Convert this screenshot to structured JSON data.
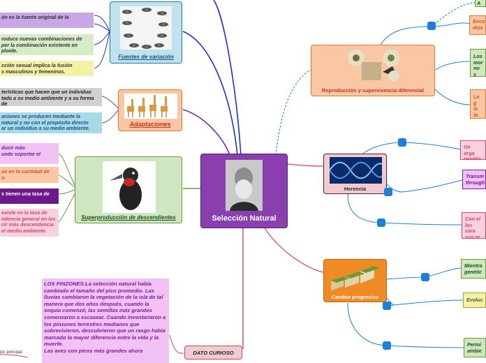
{
  "central": {
    "title": "Selección Natural"
  },
  "left": {
    "variacion": {
      "caption": "Fuentes de variación",
      "items": [
        "ón es la fuente original de la",
        "roduce nuevas combinaciones de\nper la combinación existente en\nploide.",
        "cción sexual implica la fusión\ns masculinos y femeninos."
      ]
    },
    "adaptaciones": {
      "caption": "Adaptaciones",
      "items": [
        "terísticas que hacen que un individuo\ntado a su medio ambiente y a su forma de",
        "aciones  se producen mediante la\n natural  y no con el propósito directo\nar un individuo a su medio ambiente."
      ]
    },
    "superproduccion": {
      "caption": "Superproducción de descendientes",
      "items": [
        "ducir más\nuede soportar el",
        "an en la cantidad de\nn.",
        "s tienen una tasa de",
        "existe en la tasa de\nndencia general en los\ncir más descendencia\n el medio ambiente."
      ]
    },
    "dato": {
      "label": "DATO CURIOSO",
      "text": "LOS PINZONES:La selección natural había cambiado el tamaño del pico promedio. Las lluvias cambiaron la vegetación de la isla de tal manera que dos años después, cuando la sequía comenzó, las semillas más grandes comenzaron a escasear. Cuando inventariaron a los pinzones terrestres medianos que sobrevivieron, descubrieron que un rasgo había marcado la mayor diferencia entre la vida y la muerte.\nLas aves con picos más grandes ahora",
      "topic": "pic principal"
    }
  },
  "right": {
    "reproduccion": {
      "caption": "Reproducción y supervivencia diferencial",
      "items": [
        "A",
        "Enca\ndeja",
        "Los\nmor\nno s",
        "La g\nla ta\ndist"
      ]
    },
    "herencia": {
      "caption": "Herencia",
      "items": [
        "Un orga\ngenétic",
        "Transm\nthrough",
        "Con el\nlas cara\nsus pr"
      ]
    },
    "cambio": {
      "caption": "Cambio progresivo",
      "items": [
        "Mientra\ngenétic",
        "Evoluc",
        "Permi\nambie"
      ]
    }
  },
  "colors": {
    "central": "#8a3fae",
    "variacion": "#bfe3ee",
    "adaptaciones": "#f9c7a3",
    "superproduccion": "#cfe7c0",
    "reproduccion": "#f9c7a3",
    "herencia": "#f0ccd2",
    "cambio": "#f08a24",
    "dato": "#f0ccd2",
    "connector": "#1e7fd8"
  }
}
